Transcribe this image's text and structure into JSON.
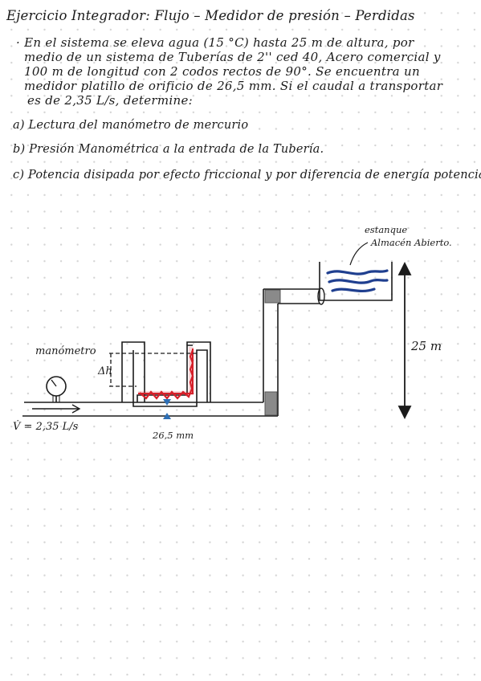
{
  "title": "Ejercicio Integrador: Flujo – Medidor de presión – Perdidas",
  "statement": {
    "lines": [
      "· En el sistema se eleva agua (15 °C) hasta 25 m de altura, por",
      "medio de un sistema de Tuberías de 2'' ced 40, Acero comercial y",
      "100 m de longitud con 2 codos rectos de 90°. Se encuentra un",
      "medidor platillo de orificio de 26,5 mm. Si el caudal a transportar",
      "es de 2,35 L/s, determine:"
    ]
  },
  "questions": [
    "a) Lectura del manómetro de mercurio",
    "b) Presión Manométrica a la entrada de la Tubería.",
    "c) Potencia disipada por efecto friccional y por diferencia de energía potencial."
  ],
  "diagram": {
    "tank_label_1": "estanque",
    "tank_label_2": "Almacén Abierto.",
    "height_label": "25 m",
    "gauge_label": "manómetro",
    "dh_label": "Δh",
    "flow_label": "V̇ = 2,35 L/s",
    "orifice_label": "26,5 mm",
    "colors": {
      "ink": "#1b1b1b",
      "mercury": "#d6202a",
      "elbow": "#8a8a8a",
      "water": "#1f3f8f",
      "orifice": "#2e6fb5"
    }
  }
}
